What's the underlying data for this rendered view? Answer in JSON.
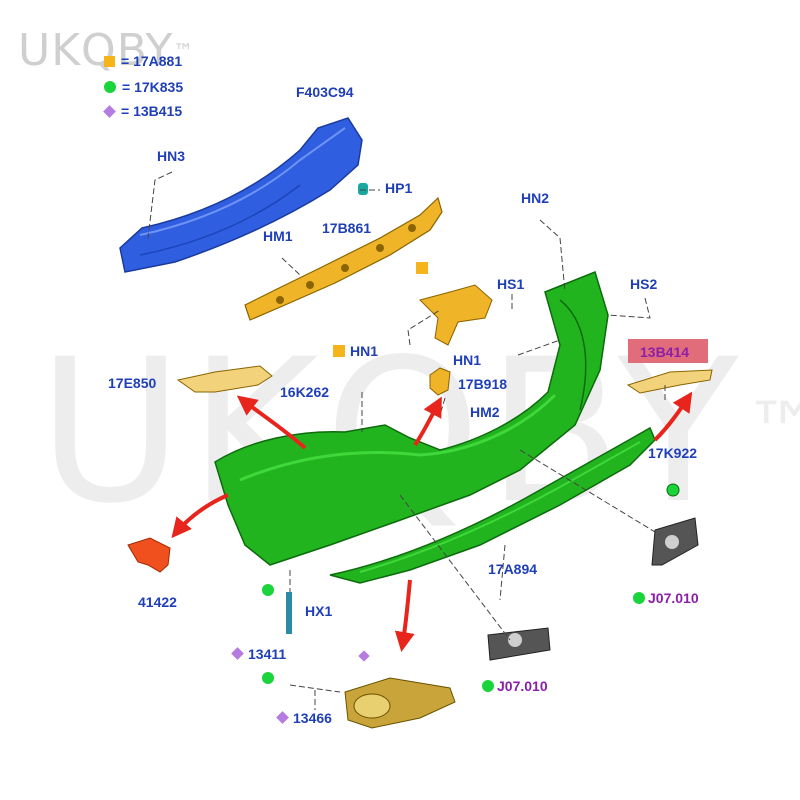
{
  "watermark": {
    "brand": "UKQBY",
    "tm": "™"
  },
  "legend": [
    {
      "symbol": "square",
      "color": "#f5b41a",
      "text": "= 17A881"
    },
    {
      "symbol": "circle",
      "color": "#19d43a",
      "text": "= 17K835"
    },
    {
      "symbol": "diamond",
      "color": "#b57be0",
      "text": "= 13B415"
    }
  ],
  "colors": {
    "bumper": "#22b41e",
    "beam": "#2f5fe0",
    "bracket": "#f0b428",
    "arrow": "#e8251c",
    "label": "#1f3fb7",
    "label_alt": "#8a1fa8",
    "highlight": "#e26d7a",
    "part_41422": "#f0501e"
  },
  "labels": {
    "F403C94": "F403C94",
    "HN3": "HN3",
    "HP1": "HP1",
    "HM1": "HM1",
    "17B861": "17B861",
    "HN2": "HN2",
    "HS1": "HS1",
    "HS2": "HS2",
    "HN1_a": "HN1",
    "HN1_b": "HN1",
    "13B414": "13B414",
    "17E850": "17E850",
    "16K262": "16K262",
    "17B918": "17B918",
    "HM2": "HM2",
    "17K922": "17K922",
    "41422": "41422",
    "17A894": "17A894",
    "J07010_a": "J07.010",
    "J07010_b": "J07.010",
    "HX1": "HX1",
    "13411": "13411",
    "13466": "13466"
  }
}
